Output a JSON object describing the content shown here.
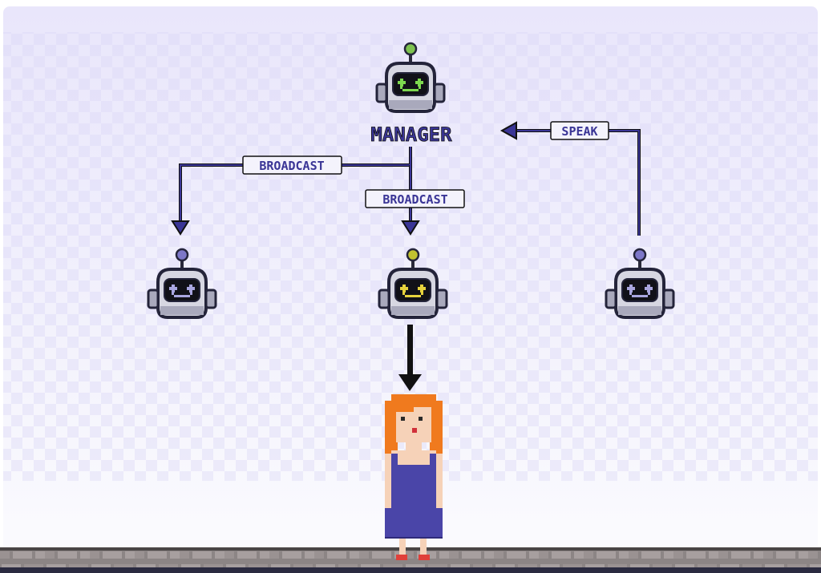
{
  "diagram": {
    "manager_label": "MANAGER",
    "edge_broadcast_left": "BROADCAST",
    "edge_broadcast_center": "BROADCAST",
    "edge_speak": "SPEAK"
  },
  "colors": {
    "accent_purple": "#3a3596",
    "arrow_dark": "#111111",
    "manager_antenna": "#7dc24f",
    "active_antenna": "#c2c230",
    "idle_antenna": "#7d77c8",
    "manager_eyes": "#7dd84f",
    "active_eyes": "#e6d23c",
    "idle_eyes": "#a9a6df",
    "hair": "#f07a1e",
    "dress": "#4a45a8",
    "shoes": "#e0403a"
  },
  "icons": {
    "manager": "robot-manager-icon",
    "agent": "robot-agent-icon",
    "human": "human-user-icon"
  }
}
